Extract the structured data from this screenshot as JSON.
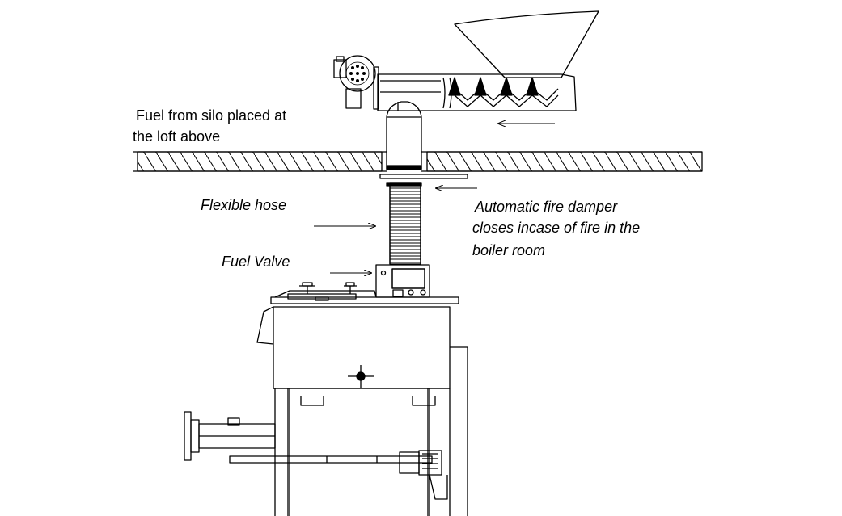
{
  "labels": {
    "fuel_source_line1": "Fuel from silo placed at",
    "fuel_source_line2": "the loft above",
    "flexible_hose": "Flexible hose",
    "fire_damper_line1": "Automatic fire damper",
    "fire_damper_line2": "closes incase of fire in the",
    "fire_damper_line3": "boiler room",
    "fuel_valve": "Fuel Valve"
  },
  "colors": {
    "line": "#000000",
    "background": "#ffffff"
  }
}
